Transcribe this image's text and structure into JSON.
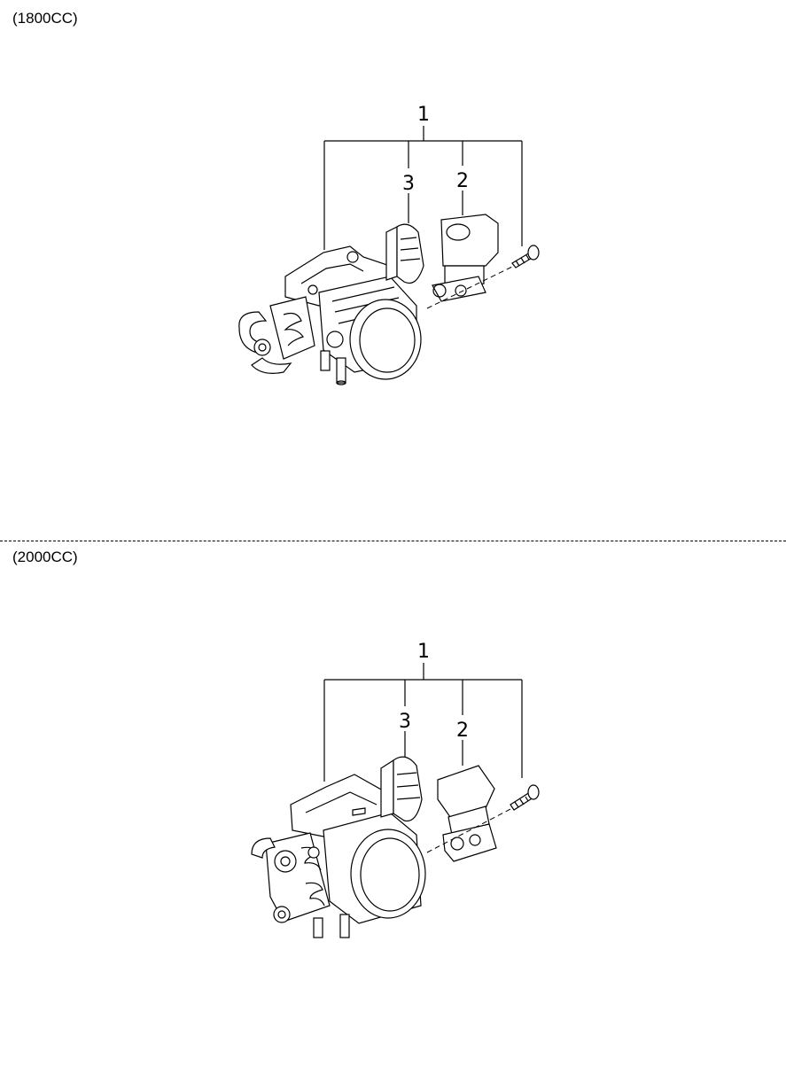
{
  "sections": [
    {
      "caption": "(1800CC)",
      "callouts": {
        "assembly": "1",
        "idle_valve": "2",
        "tps": "3"
      }
    },
    {
      "caption": "(2000CC)",
      "callouts": {
        "assembly": "1",
        "idle_valve": "2",
        "tps": "3"
      }
    }
  ]
}
